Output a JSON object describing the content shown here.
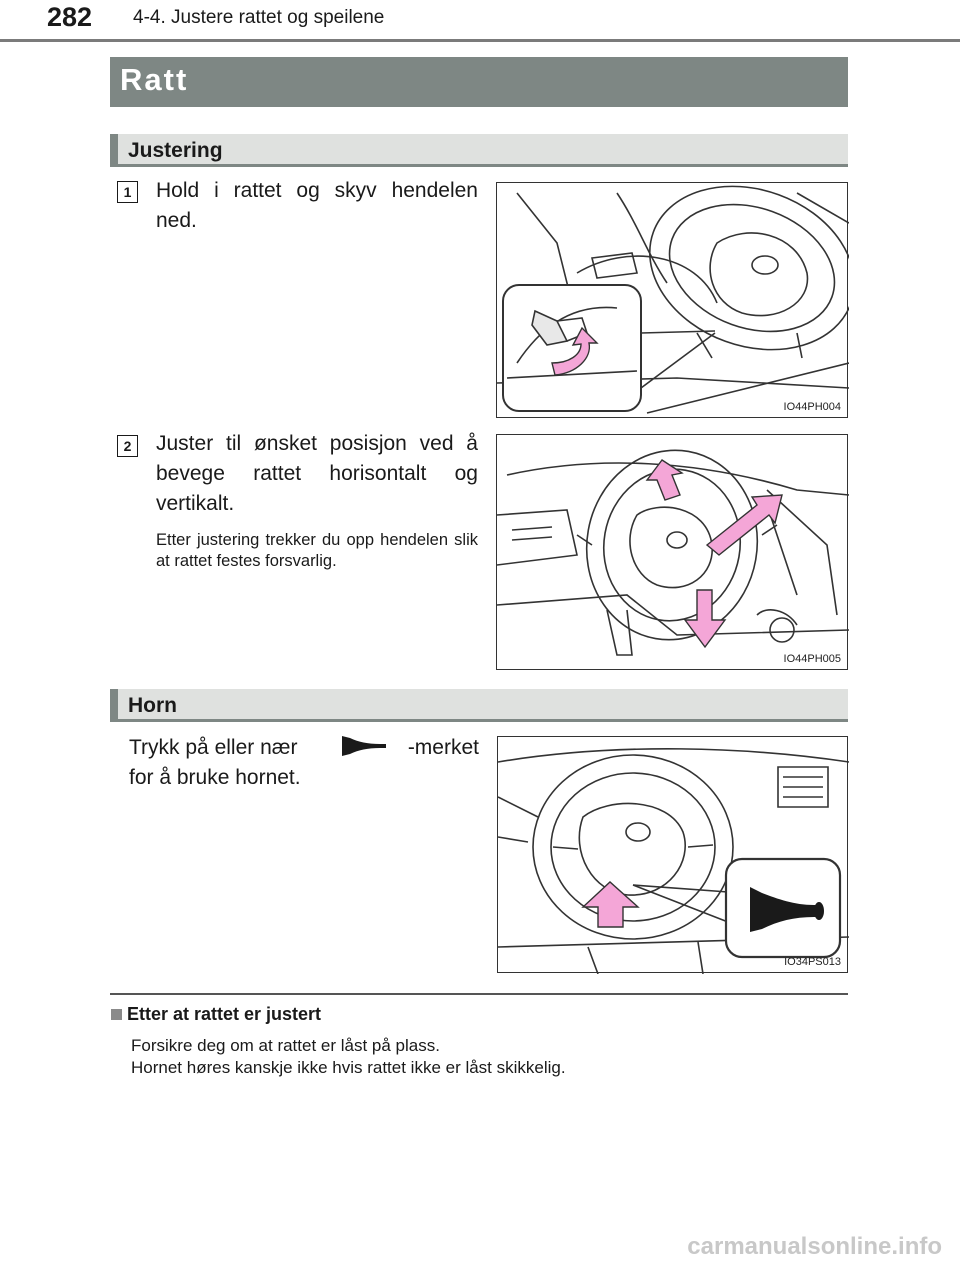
{
  "header": {
    "page_number": "282",
    "chapter": "4-4. Justere rattet og speilene"
  },
  "section": {
    "title": "Ratt"
  },
  "justering": {
    "heading": "Justering",
    "step1": {
      "number": "1",
      "text": "Hold i rattet og skyv hendelen ned.",
      "figure_code": "IO44PH004"
    },
    "step2": {
      "number": "2",
      "text": "Juster til ønsket posisjon ved å bevege rattet horisontalt og vertikalt.",
      "note": "Etter justering trekker du opp hendelen slik at rattet festes forsvarlig.",
      "figure_code": "IO44PH005"
    }
  },
  "horn": {
    "heading": "Horn",
    "text_before": "Trykk på eller nær",
    "text_after": "-merket",
    "text_line2": "for å bruke hornet.",
    "icon": "horn-icon",
    "figure_code": "IO34PS013"
  },
  "note": {
    "heading": "Etter at rattet er justert",
    "line1": "Forsikre deg om at rattet er låst på plass.",
    "line2": "Hornet høres kanskje ikke hvis rattet ikke er låst skikkelig."
  },
  "watermark": "carmanualsonline.info",
  "colors": {
    "banner": "#7e8784",
    "subheading_bg": "#dfe1df",
    "arrow_pink": "#f4a6d7"
  }
}
